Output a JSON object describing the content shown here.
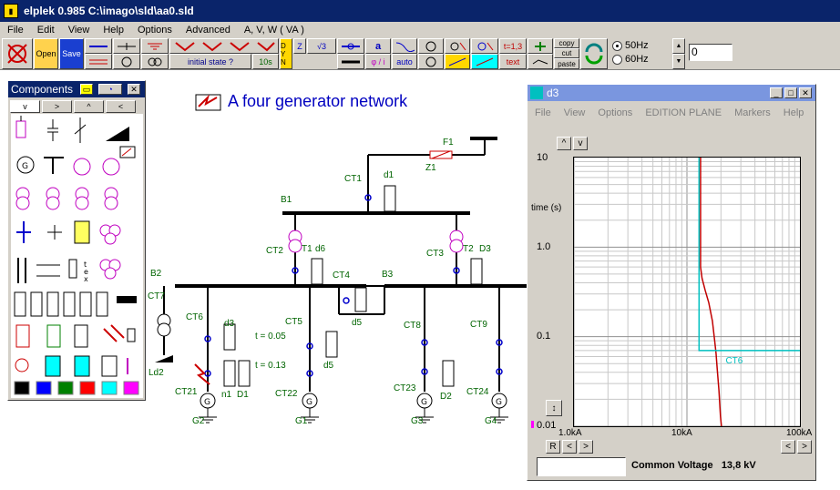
{
  "window": {
    "title": "elplek 0.985    C:\\imago\\sld\\aa0.sld"
  },
  "menu": [
    "File",
    "Edit",
    "View",
    "Help",
    "Options",
    "Advanced",
    "A, V, W ( VA )"
  ],
  "toolbar": {
    "open_label": "Open",
    "save_label": "Save",
    "initial_state_label": "initial state  ?",
    "time_label": "10s",
    "dyn_label": "D Y N",
    "sqrt3_label": "√3",
    "a_label": "a",
    "phi_label": "φ / i",
    "auto_label": "auto",
    "t_label": "t=1,3",
    "text_label": "text",
    "copy_label": "copy",
    "cut_label": "cut",
    "paste_label": "paste",
    "freq_50": "50Hz",
    "freq_60": "60Hz",
    "freq_selected": "50Hz",
    "value": "0"
  },
  "components": {
    "title": "Components",
    "tabs": [
      "v",
      ">",
      "^",
      "<"
    ],
    "colors": [
      "#000000",
      "#0000ff",
      "#008000",
      "#ff0000",
      "#00ffff",
      "#ff00ff"
    ]
  },
  "network": {
    "title": "A four generator network",
    "labels": {
      "F1": "F1",
      "Z1": "Z1",
      "CT1": "CT1",
      "d1": "d1",
      "B1": "B1",
      "CT2": "CT2",
      "T1": "T1",
      "d6": "d6",
      "CT3": "CT3",
      "T2": "T2",
      "D3": "D3",
      "B2": "B2",
      "CT4": "CT4",
      "B3": "B3",
      "CT7": "CT7",
      "CT6": "CT6",
      "d3": "d3",
      "t1": "t = 0.05",
      "CT5": "CT5",
      "d5a": "d5",
      "CT8": "CT8",
      "CT9": "CT9",
      "Ld2": "Ld2",
      "t2": "t = 0.13",
      "d5b": "d5",
      "n1": "n1",
      "D1": "D1",
      "CT21": "CT21",
      "CT22": "CT22",
      "CT23": "CT23",
      "D2": "D2",
      "CT24": "CT24",
      "G2": "G2",
      "G1": "G1",
      "G3": "G3",
      "G4": "G4"
    }
  },
  "d3_window": {
    "title": "d3",
    "menu": [
      "File",
      "View",
      "Options",
      "EDITION PLANE",
      "Markers",
      "Help"
    ],
    "y_axis_label": "time (s)",
    "y_ticks": [
      "10",
      "1.0",
      "0.1",
      "0.01"
    ],
    "x_ticks": [
      "1.0kA",
      "10kA",
      "100kA"
    ],
    "curve_label": "CT6",
    "status_label": "Common Voltage",
    "status_value": "13,8 kV",
    "btn_up": "^",
    "btn_down": "v",
    "btn_r": "R",
    "btn_left": "<",
    "btn_right": ">"
  },
  "chart_data": {
    "type": "line",
    "x_scale": "log",
    "y_scale": "log",
    "xlim": [
      1,
      100
    ],
    "ylim": [
      0.01,
      10
    ],
    "grid": true,
    "series": [
      {
        "color": "#c00000",
        "x": [
          13.2,
          13.2,
          13.6,
          14.5,
          15.6,
          16.8,
          17.6,
          18.1,
          18.5,
          19.2,
          19.8,
          20.2
        ],
        "y": [
          10,
          0.6,
          0.45,
          0.33,
          0.24,
          0.15,
          0.09,
          0.065,
          0.045,
          0.025,
          0.013,
          0.01
        ]
      },
      {
        "name": "CT6",
        "color": "#00c0c0",
        "x": [
          12.8,
          12.8,
          12.8,
          100
        ],
        "y": [
          10,
          1.0,
          0.07,
          0.07
        ]
      }
    ]
  }
}
